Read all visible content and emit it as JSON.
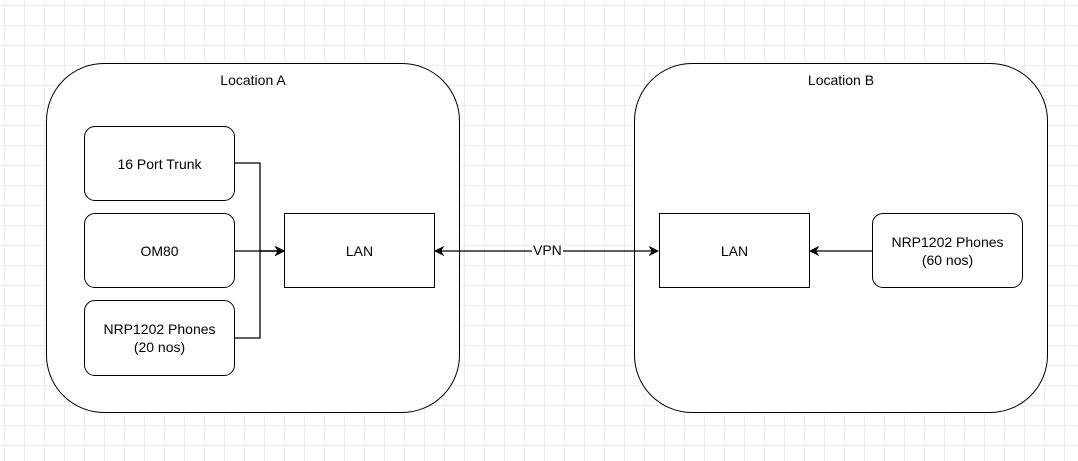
{
  "location_a": {
    "title": "Location A",
    "devices": {
      "trunk": "16 Port Trunk",
      "om80": "OM80",
      "phones": "NRP1202 Phones\n(20 nos)"
    },
    "lan": "LAN"
  },
  "location_b": {
    "title": "Location B",
    "lan": "LAN",
    "phones": "NRP1202 Phones\n(60 nos)"
  },
  "link": {
    "label": "VPN"
  },
  "colors": {
    "stroke": "#000000",
    "grid": "#ededed",
    "background": "#ffffff"
  }
}
